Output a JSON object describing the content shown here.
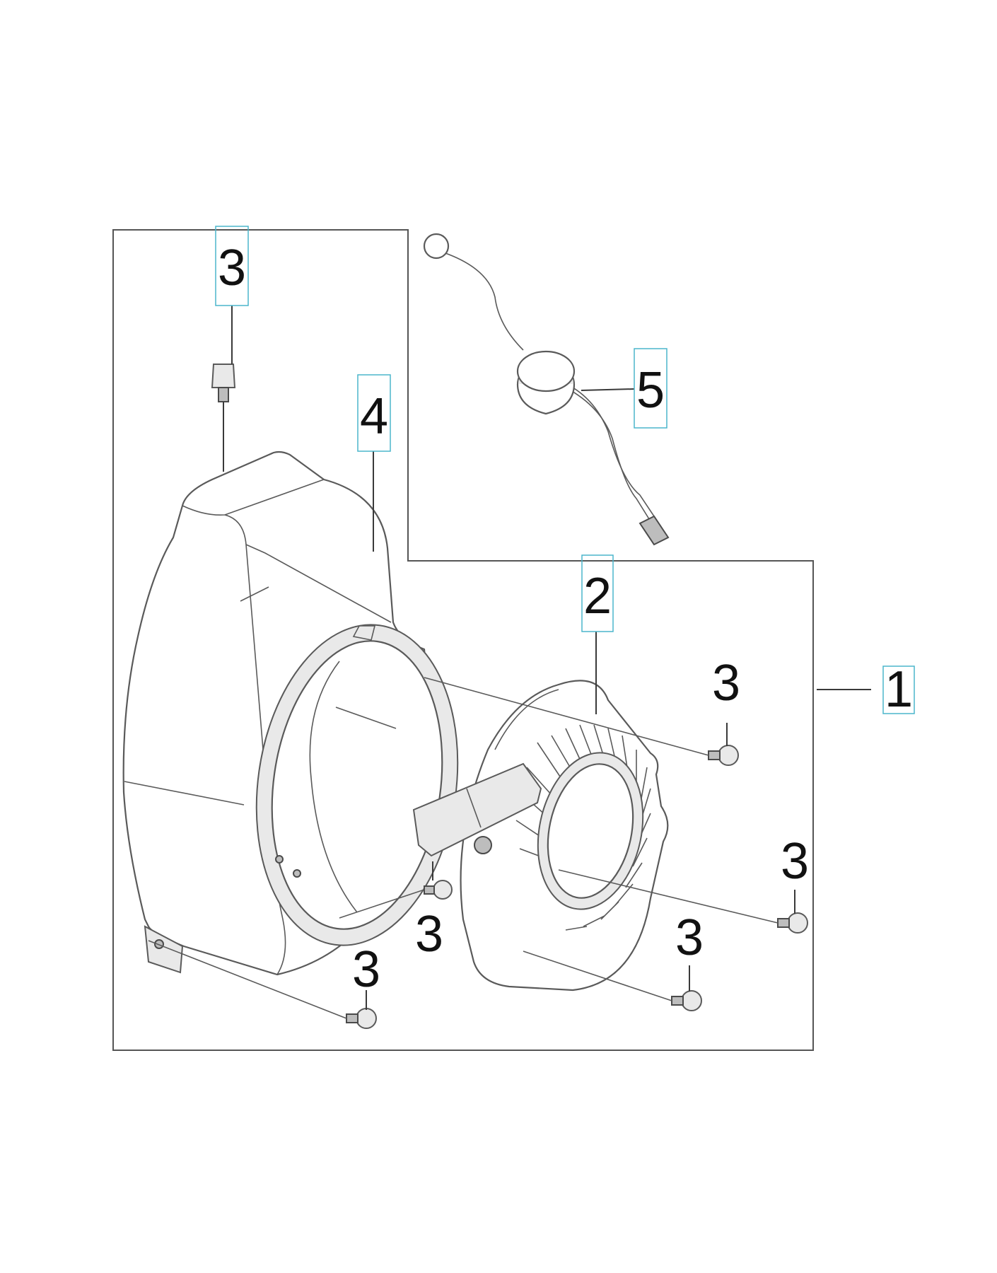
{
  "callouts": [
    {
      "id": "assembly",
      "label": "1"
    },
    {
      "id": "starter",
      "label": "2"
    },
    {
      "id": "screw-top",
      "label": "3"
    },
    {
      "id": "screw-right-upper",
      "label": "3"
    },
    {
      "id": "screw-right-lower",
      "label": "3"
    },
    {
      "id": "screw-center-lower",
      "label": "3"
    },
    {
      "id": "screw-center",
      "label": "3"
    },
    {
      "id": "screw-bottom-left",
      "label": "3"
    },
    {
      "id": "fan-cover",
      "label": "4"
    },
    {
      "id": "grip",
      "label": "5"
    }
  ]
}
